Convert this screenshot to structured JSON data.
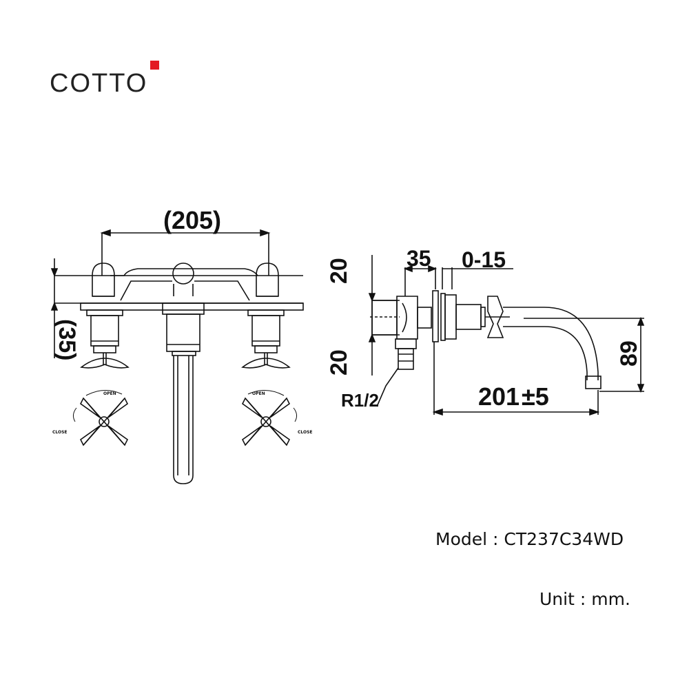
{
  "brand": {
    "name": "COTTO",
    "accent_color": "#e31b23"
  },
  "front_view": {
    "width_dim": "(205)",
    "height_dim": "(35)",
    "handle_labels": {
      "open": "OPEN",
      "close": "CLOSE"
    }
  },
  "side_view": {
    "dim_top_20": "20",
    "dim_bottom_20": "20",
    "dim_35": "35",
    "dim_0_15": "0-15",
    "dim_201": "201",
    "dim_tolerance": "±5",
    "dim_89": "89",
    "thread": "R1/2"
  },
  "model": {
    "label": "Model",
    "separator": ":",
    "value": "CT237C34WD"
  },
  "unit": {
    "label": "Unit",
    "separator": ":",
    "value": "mm."
  }
}
